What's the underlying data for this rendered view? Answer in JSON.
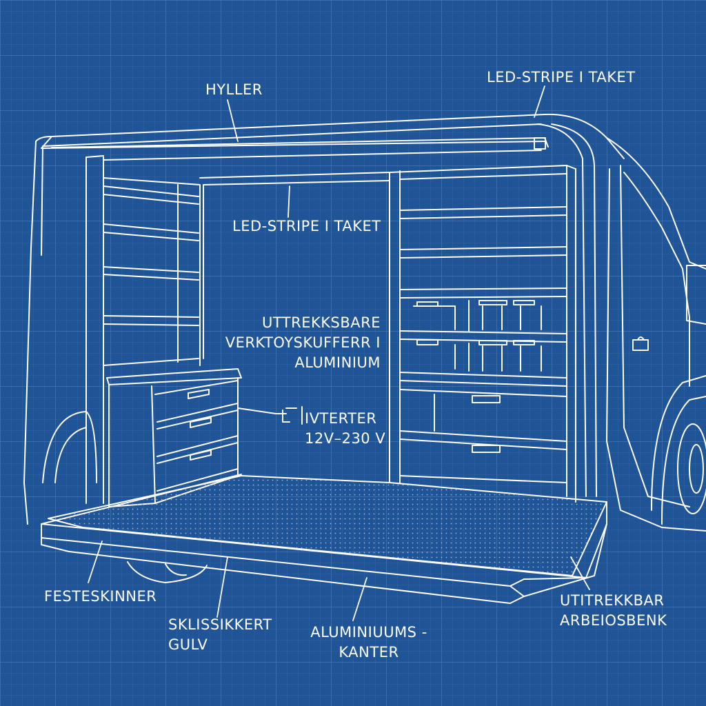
{
  "labels": {
    "hyller": "HYLLER",
    "led_top": "LED-STRIPE I TAKET",
    "led_mid": "LED-STRIPE I TAKET",
    "toolbox": [
      "UTTREKKSBARE",
      "VERKTOYSKUFFERR I",
      "ALUMINIUM"
    ],
    "inverter": [
      "IVTERTER",
      "12V–230 V"
    ],
    "festeskinner": "FESTESKINNER",
    "gulv": [
      "SKLISSIKKERT",
      "GULV"
    ],
    "kanter": [
      "ALUMINIUUMS -",
      "KANTER"
    ],
    "benk": [
      "UTITREKKBAR",
      "ARBEIOSBENK"
    ]
  },
  "colors": {
    "background": "#1f5496",
    "grid_fine": "#3a6aa8",
    "grid_major": "#4d7cb8",
    "line": "#ffffff"
  }
}
